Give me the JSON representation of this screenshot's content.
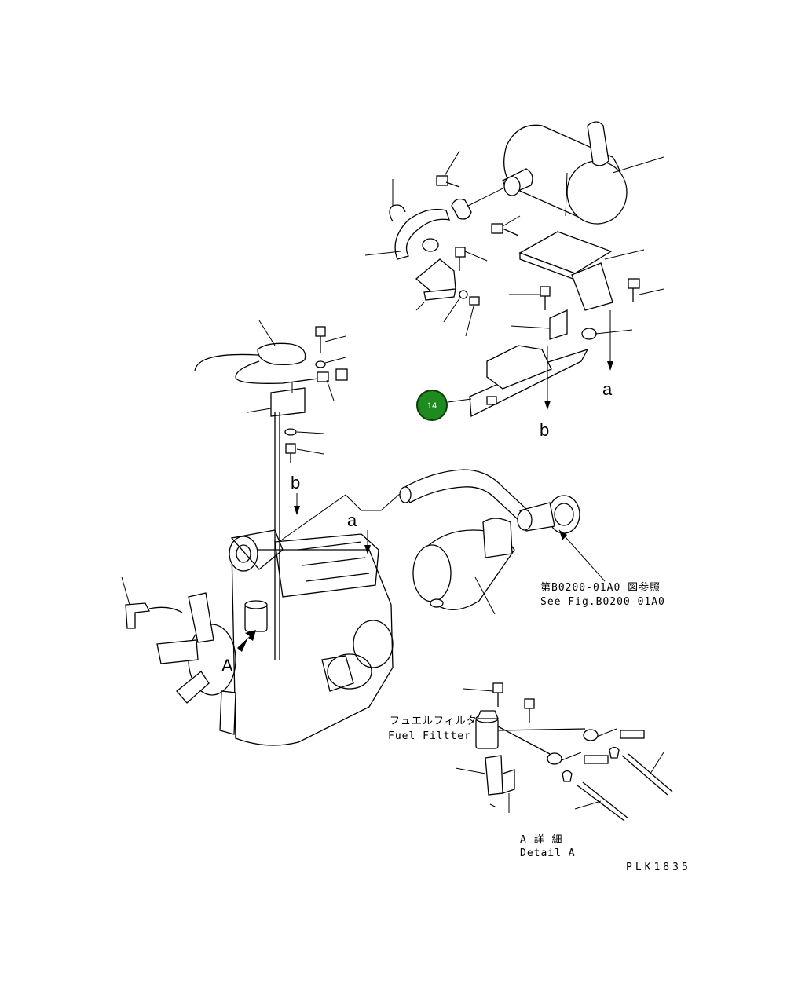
{
  "labels": {
    "ref_jp": "第B0200-01A0 図参照",
    "ref_en": "See Fig.B0200-01A0",
    "fuel_filter_jp": "フュエルフィルタ",
    "fuel_filter_en": "Fuel Filtter",
    "detail_jp": "A 詳 細",
    "detail_en": "Detail A",
    "drawing_code": "PLK1835",
    "view_a": "A",
    "arrow_a_upper": "a",
    "arrow_b_upper": "b",
    "arrow_a_lower": "a",
    "arrow_b_lower": "b"
  },
  "callouts": [
    {
      "number": "14",
      "color": "#1f8a1f"
    }
  ]
}
